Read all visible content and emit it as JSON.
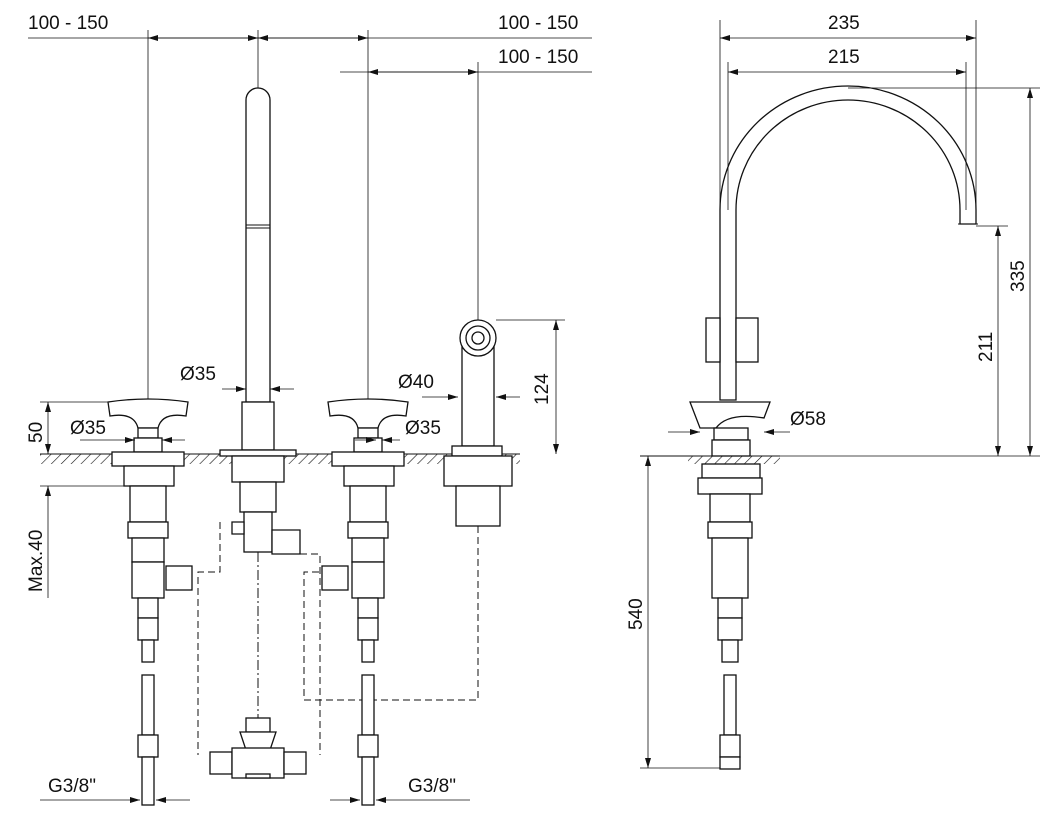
{
  "front_view": {
    "dim_top_left": "100 - 150",
    "dim_top_right_1": "100 - 150",
    "dim_top_right_2": "100 - 150",
    "dia_spout": "Ø35",
    "dia_handle_left": "Ø35",
    "dia_handle_right": "Ø35",
    "dia_shower": "Ø40",
    "height_shower": "124",
    "height_handles": "50",
    "deck_thickness": "Max.40",
    "conn_left": "G3/8\"",
    "conn_right": "G3/8\""
  },
  "side_view": {
    "width_outer": "235",
    "width_inner": "215",
    "height_total": "335",
    "height_outlet": "211",
    "dia_base": "Ø58",
    "hose_length": "540"
  },
  "colors": {
    "line": "#111111",
    "background": "#ffffff"
  }
}
